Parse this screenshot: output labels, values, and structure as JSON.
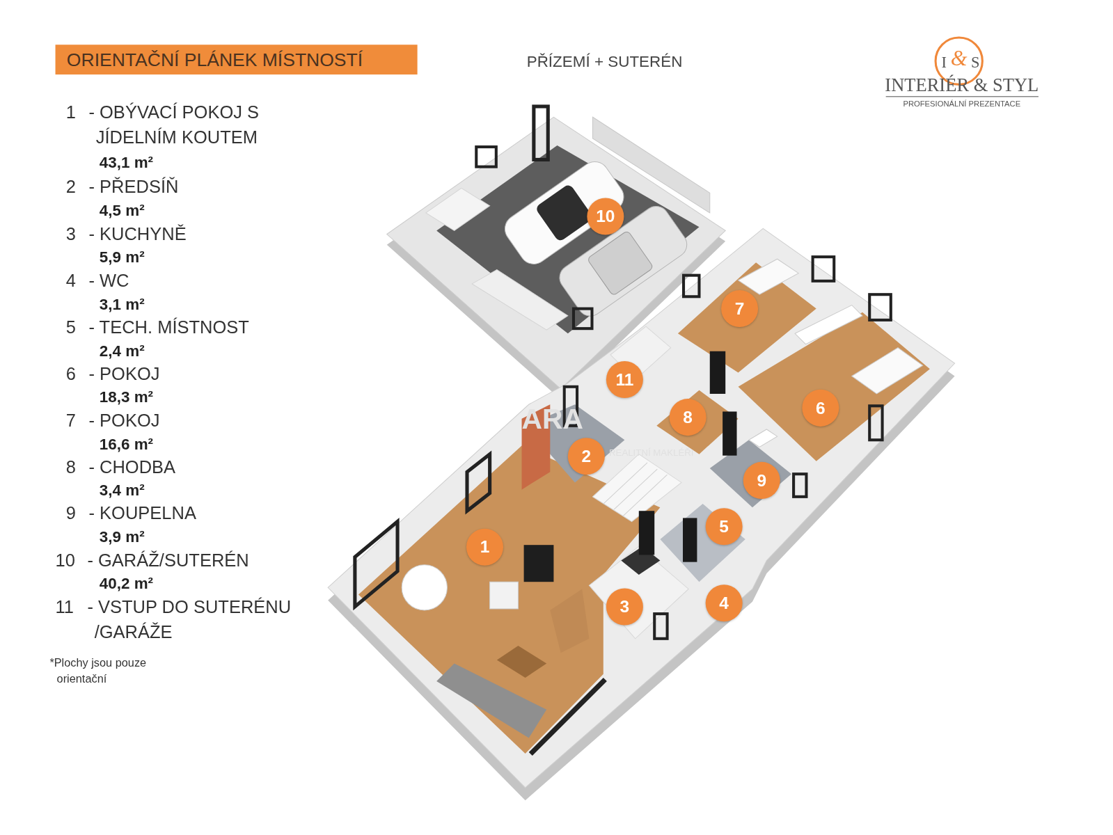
{
  "diagram": {
    "title": "ORIENTAČNÍ PLÁNEK MÍSTNOSTÍ",
    "nodes": [
      {
        "text": [
          "1"
        ]
      },
      {
        "text": [
          "2"
        ]
      },
      {
        "text": [
          "3"
        ]
      },
      {
        "text": [
          "4"
        ]
      },
      {
        "text": [
          "5"
        ]
      },
      {
        "text": [
          "6"
        ]
      },
      {
        "text": [
          "7"
        ]
      },
      {
        "text": [
          "8"
        ]
      },
      {
        "text": [
          "9"
        ]
      },
      {
        "text": [
          "10"
        ]
      },
      {
        "text": [
          "11"
        ]
      }
    ],
    "labels": [
      "PŘÍZEMÍ + SUTERÉN",
      "1",
      "- OBÝVACÍ POKOJ S JÍDELNÍM KOUTEM",
      "43,1 m²",
      "2",
      "- PŘEDSÍŇ",
      "4,5 m²",
      "3",
      "- KUCHYNĚ",
      "5,9 m²",
      "4",
      "- WC",
      "3,1 m²",
      "5",
      "- TECH. MÍSTNOST",
      "2,4 m²",
      "6",
      "- POKOJ",
      "18,3 m²",
      "7",
      "- POKOJ",
      "16,6 m²",
      "8",
      "- CHODBA",
      "3,4 m²",
      "9",
      "- KOUPELNA",
      "3,9 m²",
      "10",
      "- GARÁŽ/SUTERÉN",
      "40,2 m²",
      "11",
      "- VSTUP DO SUTERÉNU /GARÁŽE",
      "*Plochy jsou pouze orientační",
      "I",
      "&",
      "S",
      "INTERIÉR & STYL",
      "PROFESIONÁLNÍ PREZENTACE",
      "ARA",
      "REALITNÍ MAKLÉŘI"
    ]
  }
}
